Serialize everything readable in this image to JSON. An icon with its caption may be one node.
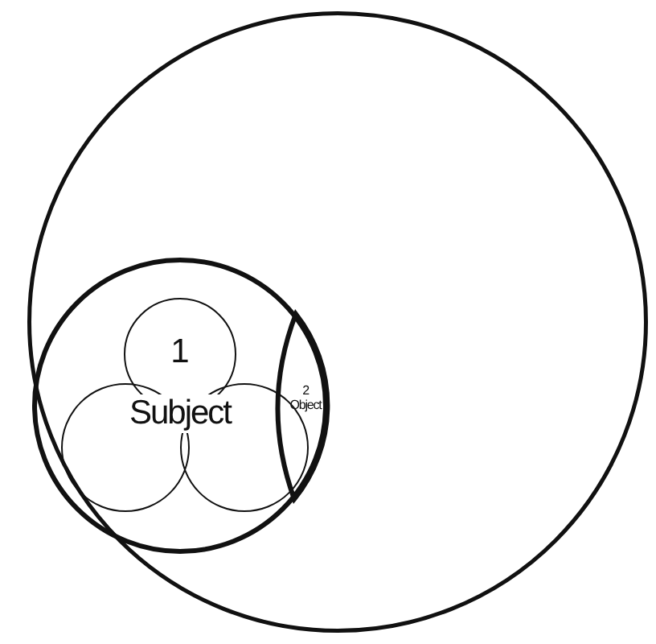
{
  "diagram": {
    "nodes": [
      {
        "text": [],
        "shape": "circle"
      },
      {
        "text": [
          "Subject"
        ],
        "in": 0
      },
      {
        "text": [
          "1"
        ],
        "in": 1
      },
      {
        "text": [],
        "shape": "circle",
        "in": 1
      },
      {
        "text": [],
        "shape": "circle",
        "in": 1
      },
      {
        "text": [
          "2 Object"
        ],
        "in": 1
      }
    ]
  }
}
